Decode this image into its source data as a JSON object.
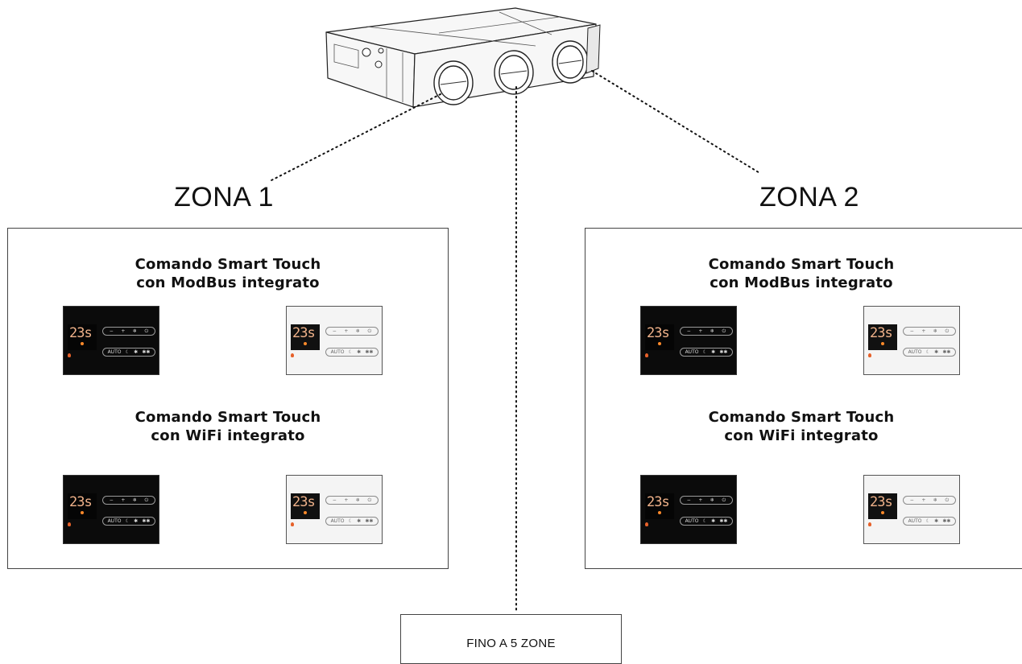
{
  "zones": [
    {
      "label": "ZONA 1",
      "sections": [
        {
          "title_line1": "Comando Smart Touch",
          "title_line2": "con ModBus integrato"
        },
        {
          "title_line1": "Comando Smart Touch",
          "title_line2": "con WiFi integrato"
        }
      ]
    },
    {
      "label": "ZONA 2",
      "sections": [
        {
          "title_line1": "Comando Smart Touch",
          "title_line2": "con ModBus integrato"
        },
        {
          "title_line1": "Comando Smart Touch",
          "title_line2": "con WiFi integrato"
        }
      ]
    }
  ],
  "thermostat": {
    "temperature": "23s",
    "row1": [
      "−",
      "+",
      "❄",
      "⏻"
    ],
    "row2": [
      "AUTO",
      "☾",
      "✱",
      "✱✱"
    ],
    "variants": [
      "dark",
      "light"
    ]
  },
  "footer_box": {
    "label": "FINO A 5 ZONE"
  },
  "colors": {
    "line": "#111111",
    "display_text": "#f0b28a",
    "indicator": "#ff8a2a"
  },
  "icons": {
    "unit": "ducted-air-unit-icon",
    "fan_symbol": "snowflake-icon",
    "power": "power-icon"
  }
}
